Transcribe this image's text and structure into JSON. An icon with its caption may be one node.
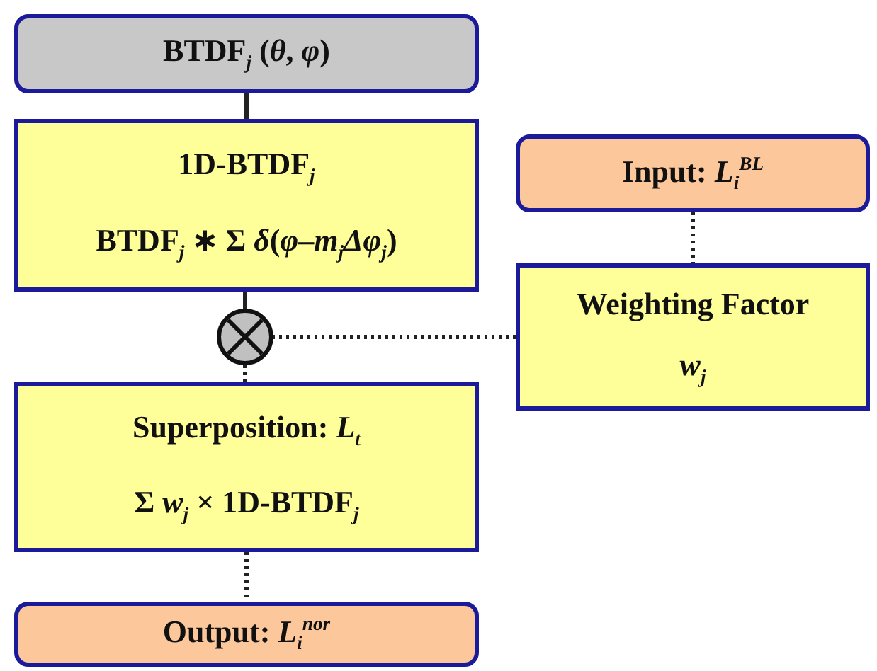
{
  "diagram": {
    "nodes": [
      {
        "text": [
          "BTDF$_{j}$ (*θ*, *φ*)"
        ]
      },
      {
        "text": [
          "1D-BTDF$_{j}$",
          "BTDF$_{j}$ ∗ Σ *δ*(*φ*–*m*$_{j}$*Δφ*$_{j}$)"
        ]
      },
      {
        "text": [],
        "shape": "circle"
      },
      {
        "text": [
          "Superposition: *L*$_{t}$",
          "Σ *w*$_{j}$ × 1D-BTDF$_{j}$"
        ]
      },
      {
        "text": [
          "Output: *L*$_{i}$$^{nor}$"
        ]
      },
      {
        "text": [
          "Input: *L*$_{i}$$^{BL}$"
        ]
      },
      {
        "text": [
          "Weighting Factor",
          "*w*$_{j}$"
        ]
      }
    ],
    "edges": [
      {
        "from": 0,
        "to": 1,
        "arrow": "none"
      },
      {
        "from": 1,
        "to": 2,
        "arrow": "none"
      },
      {
        "from": 2,
        "to": 3,
        "arrow": "none",
        "style": "dashed"
      },
      {
        "from": 3,
        "to": 4,
        "arrow": "none",
        "style": "dashed"
      },
      {
        "from": 5,
        "to": 6,
        "arrow": "none",
        "style": "dashed"
      },
      {
        "from": 6,
        "to": 2,
        "arrow": "none",
        "style": "dashed"
      }
    ]
  }
}
